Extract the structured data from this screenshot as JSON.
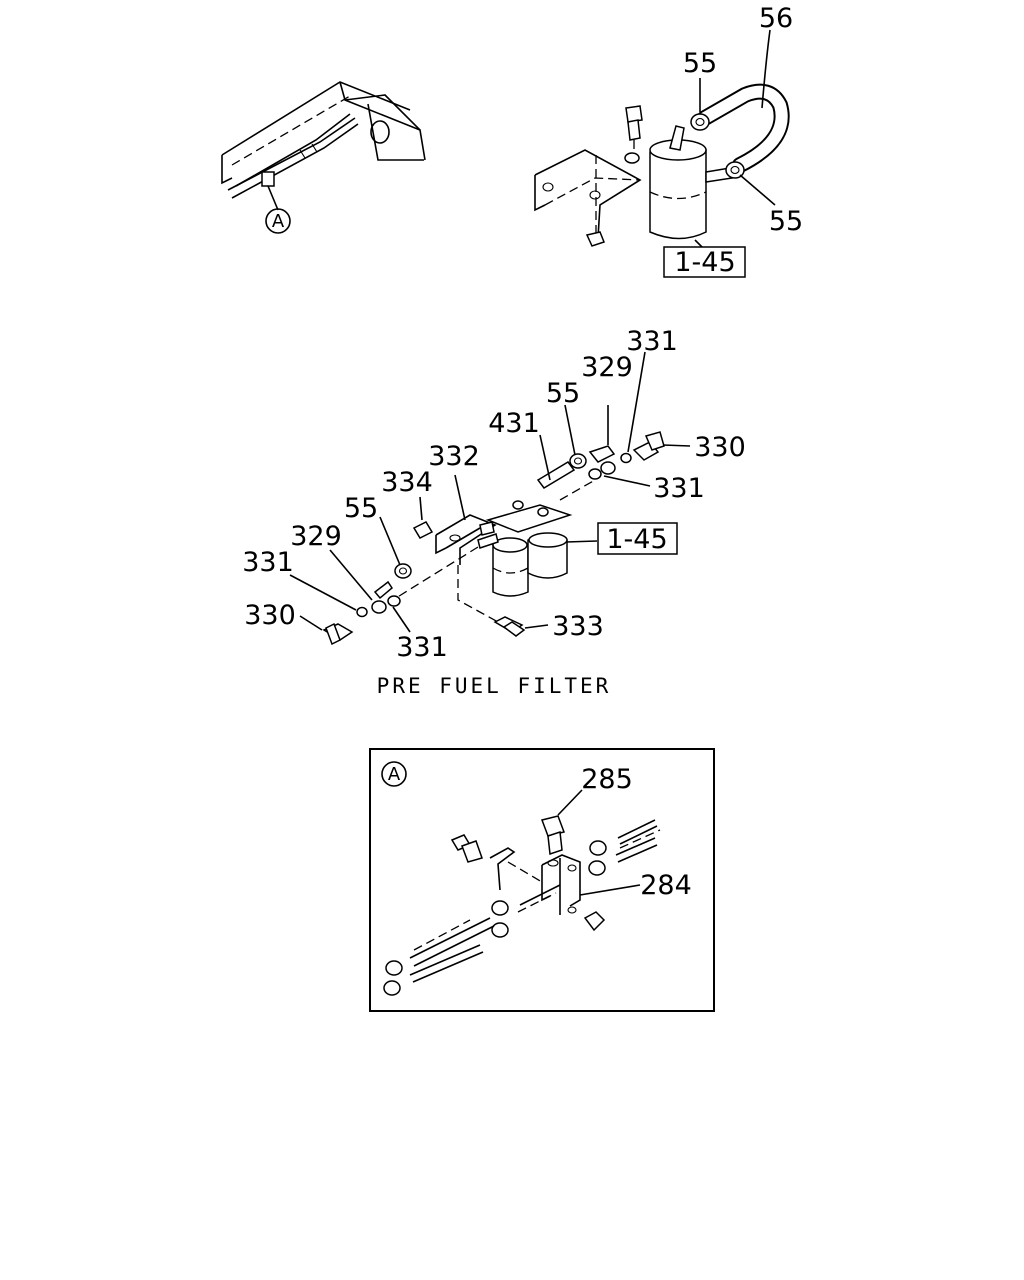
{
  "top_view": {
    "callout_a": "A",
    "labels": {
      "hose": "56",
      "clip_upper": "55",
      "clip_lower": "55",
      "filter_ref": "1-45"
    }
  },
  "pre_fuel_filter": {
    "caption": "PRE FUEL FILTER",
    "labels": {
      "washer_top": "331",
      "eye_bolt_top": "329",
      "clip_top": "55",
      "hose": "431",
      "bolt_right": "330",
      "washer_right": "331",
      "bracket": "332",
      "nut": "334",
      "filter_ref": "1-45",
      "clip_left": "55",
      "eye_bolt_left": "329",
      "washer_left": "331",
      "bolt_left": "330",
      "washer_lower": "331",
      "bolt_lower": "333"
    }
  },
  "detail_a": {
    "callout_a": "A",
    "labels": {
      "bolt": "285",
      "bracket": "284"
    }
  }
}
